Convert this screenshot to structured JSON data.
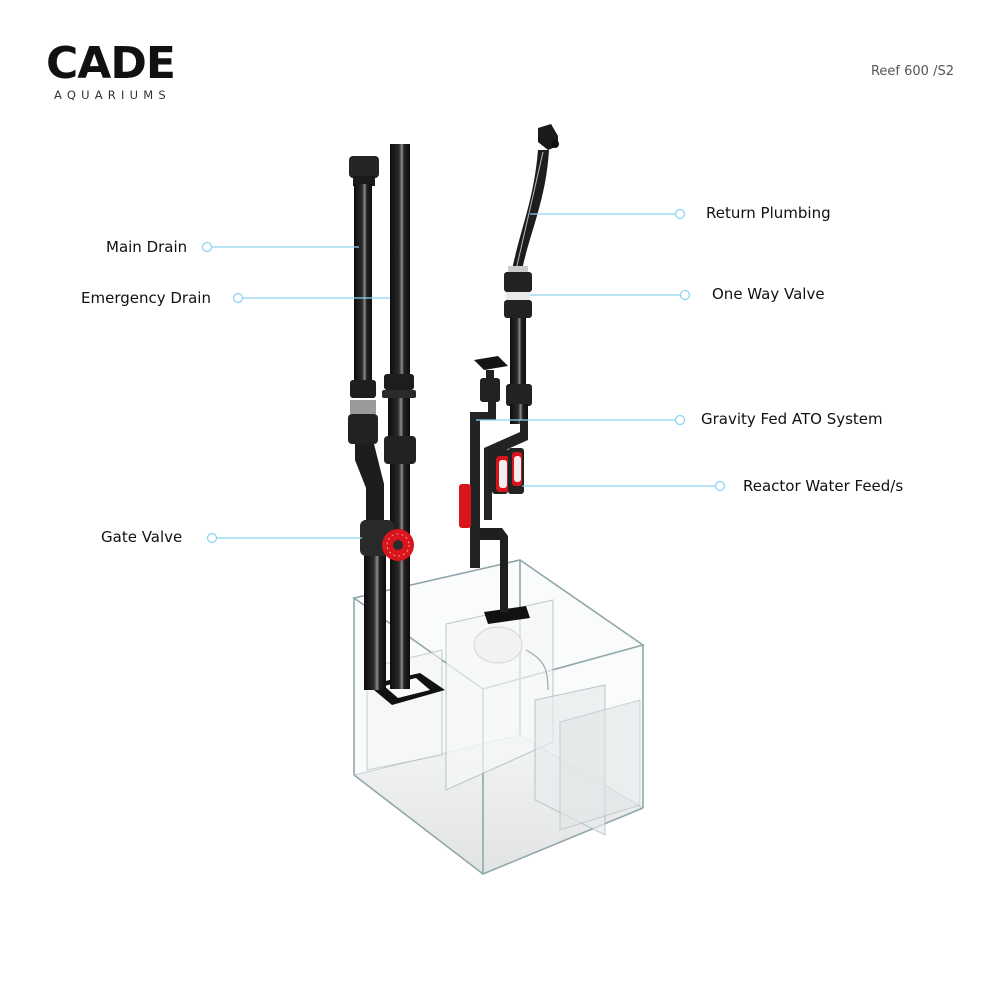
{
  "brand": {
    "logo_word": "CADE",
    "logo_sub": "AQUARIUMS"
  },
  "model": "Reef 600 /S2",
  "colors": {
    "leader_line": "#8fd3f4",
    "pipe": "#1c1c1c",
    "valve_accent": "#d8141c",
    "glass_edge": "#8fa7ab",
    "floor": "#e9eaea"
  },
  "labels": {
    "main_drain": "Main Drain",
    "emergency_drain": "Emergency Drain",
    "gate_valve": "Gate Valve",
    "return_plumbing": "Return Plumbing",
    "one_way_valve": "One Way Valve",
    "gravity_fed_ato": "Gravity Fed ATO System",
    "reactor_water_feed": "Reactor Water Feed/s"
  }
}
